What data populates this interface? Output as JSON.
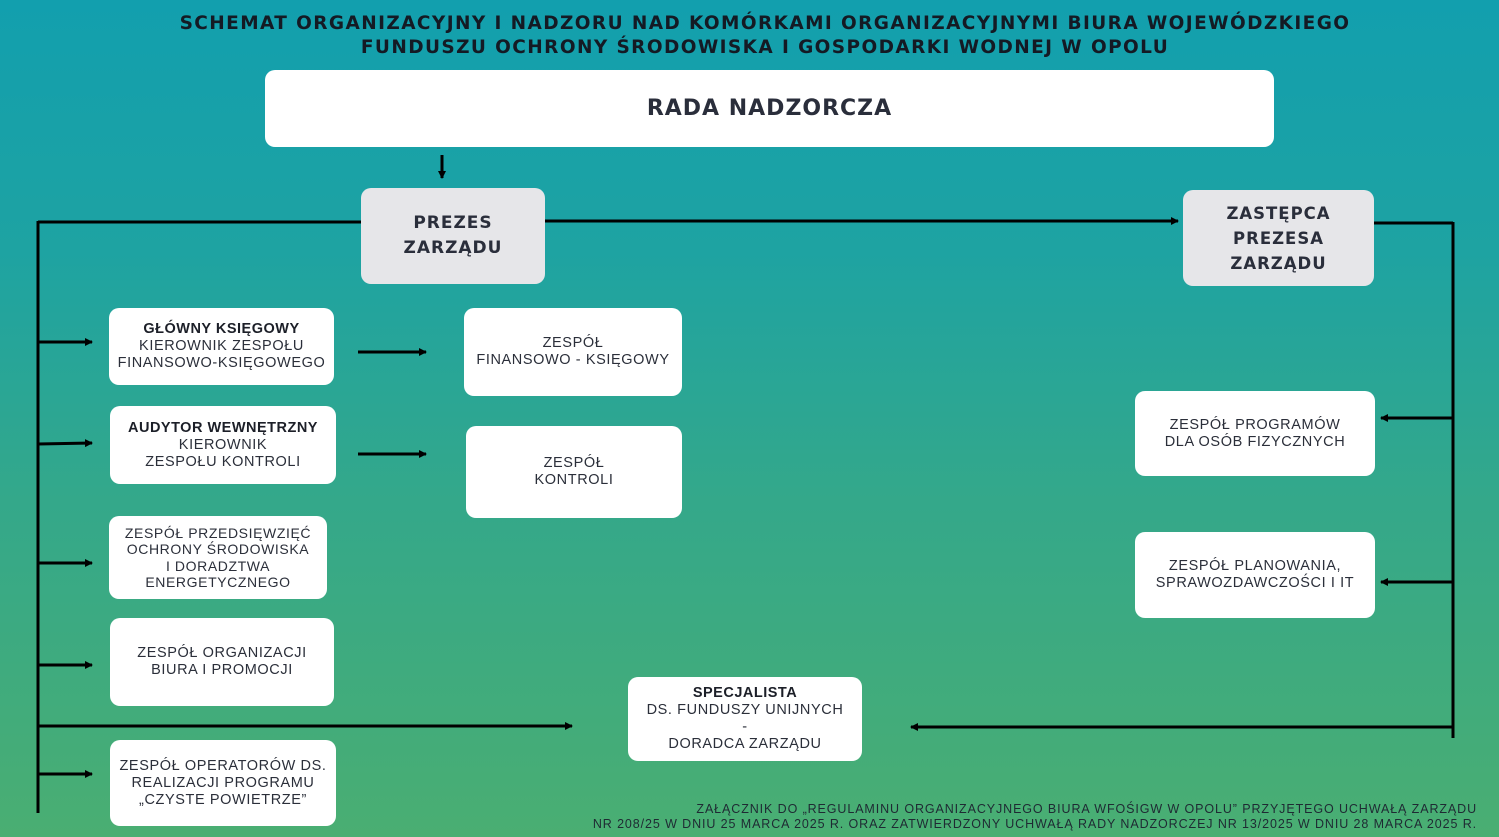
{
  "title": {
    "line1": "SCHEMAT ORGANIZACYJNY I NADZORU NAD KOMÓRKAMI ORGANIZACYJNYMI BIURA WOJEWÓDZKIEGO",
    "line2": "FUNDUSZU OCHRONY ŚRODOWISKA I GOSPODARKI WODNEJ W OPOLU"
  },
  "nodes": {
    "rada": "RADA NADZORCZA",
    "prezes": {
      "l1": "PREZES",
      "l2": "ZARZĄDU"
    },
    "zastepca": {
      "l1": "ZASTĘPCA",
      "l2": "PREZESA",
      "l3": "ZARZĄDU"
    },
    "glowny_ksiegowy": {
      "title": "GŁÓWNY KSIĘGOWY",
      "l1": "KIEROWNIK ZESPOŁU",
      "l2": "FINANSOWO-KSIĘGOWEGO"
    },
    "zespol_fk": {
      "l1": "ZESPÓŁ",
      "l2": "FINANSOWO - KSIĘGOWY"
    },
    "audytor": {
      "title": "AUDYTOR WEWNĘTRZNY",
      "l1": "KIEROWNIK",
      "l2": "ZESPOŁU KONTROLI"
    },
    "zespol_kontroli": {
      "l1": "ZESPÓŁ",
      "l2": "KONTROLI"
    },
    "zespol_przedsiewziec": {
      "l1": "ZESPÓŁ PRZEDSIĘWZIĘĆ",
      "l2": "OCHRONY ŚRODOWISKA",
      "l3": "I DORADZTWA",
      "l4": "ENERGETYCZNEGO"
    },
    "zespol_organizacji": {
      "l1": "ZESPÓŁ ORGANIZACJI",
      "l2": "BIURA I PROMOCJI"
    },
    "zespol_operatorow": {
      "l1": "ZESPÓŁ OPERATORÓW DS.",
      "l2": "REALIZACJI PROGRAMU",
      "l3": "„CZYSTE POWIETRZE”"
    },
    "specjalista": {
      "title": "SPECJALISTA",
      "l1": "DS. FUNDUSZY UNIJNYCH",
      "l2": "-",
      "l3": "DORADCA ZARZĄDU"
    },
    "zespol_programow": {
      "l1": "ZESPÓŁ PROGRAMÓW",
      "l2": "DLA OSÓB FIZYCZNYCH"
    },
    "zespol_planowania": {
      "l1": "ZESPÓŁ PLANOWANIA,",
      "l2": "SPRAWOZDAWCZOŚCI I IT"
    }
  },
  "footer": {
    "line1": "ZAŁĄCZNIK DO „REGULAMINU ORGANIZACYJNEGO BIURA WFOŚIGW W OPOLU” PRZYJĘTEGO UCHWAŁĄ ZARZĄDU",
    "line2": "NR 208/25 W DNIU 25 MARCA 2025 R. ORAZ ZATWIERDZONY UCHWAŁĄ RADY NADZORCZEJ NR 13/2025 W DNIU 28 MARCA 2025 R."
  },
  "colors": {
    "line": "#000000",
    "box": "#ffffff",
    "grey_box": "#e6e6e9"
  }
}
